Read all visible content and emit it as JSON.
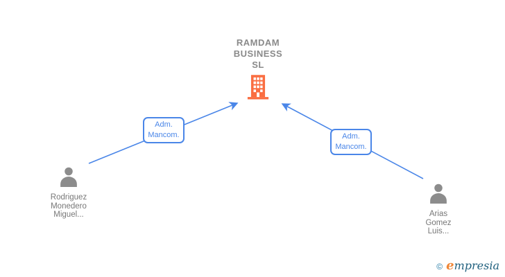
{
  "diagram": {
    "company": {
      "name_lines": [
        "RAMDAM",
        "BUSINESS",
        "SL"
      ],
      "icon": "building-icon"
    },
    "edges": [
      {
        "id": "left",
        "label_line1": "Adm.",
        "label_line2": "Mancom."
      },
      {
        "id": "right",
        "label_line1": "Adm.",
        "label_line2": "Mancom."
      }
    ],
    "persons": [
      {
        "id": "left",
        "name_line1": "Rodriguez",
        "name_line2": "Monedero",
        "name_line3": "Miguel..."
      },
      {
        "id": "right",
        "name_line1": "Arias",
        "name_line2": "Gomez",
        "name_line3": "Luis..."
      }
    ]
  },
  "watermark": {
    "copyright": "©",
    "brand_initial": "e",
    "brand_rest": "mpresia"
  },
  "colors": {
    "edge_blue": "#4a86e8",
    "building_orange": "#fa6e42",
    "title_gray": "#8a8a8a",
    "person_gray": "#8c8c8c",
    "name_gray": "#777777",
    "logo_teal": "#20607e",
    "logo_orange": "#f08737"
  }
}
